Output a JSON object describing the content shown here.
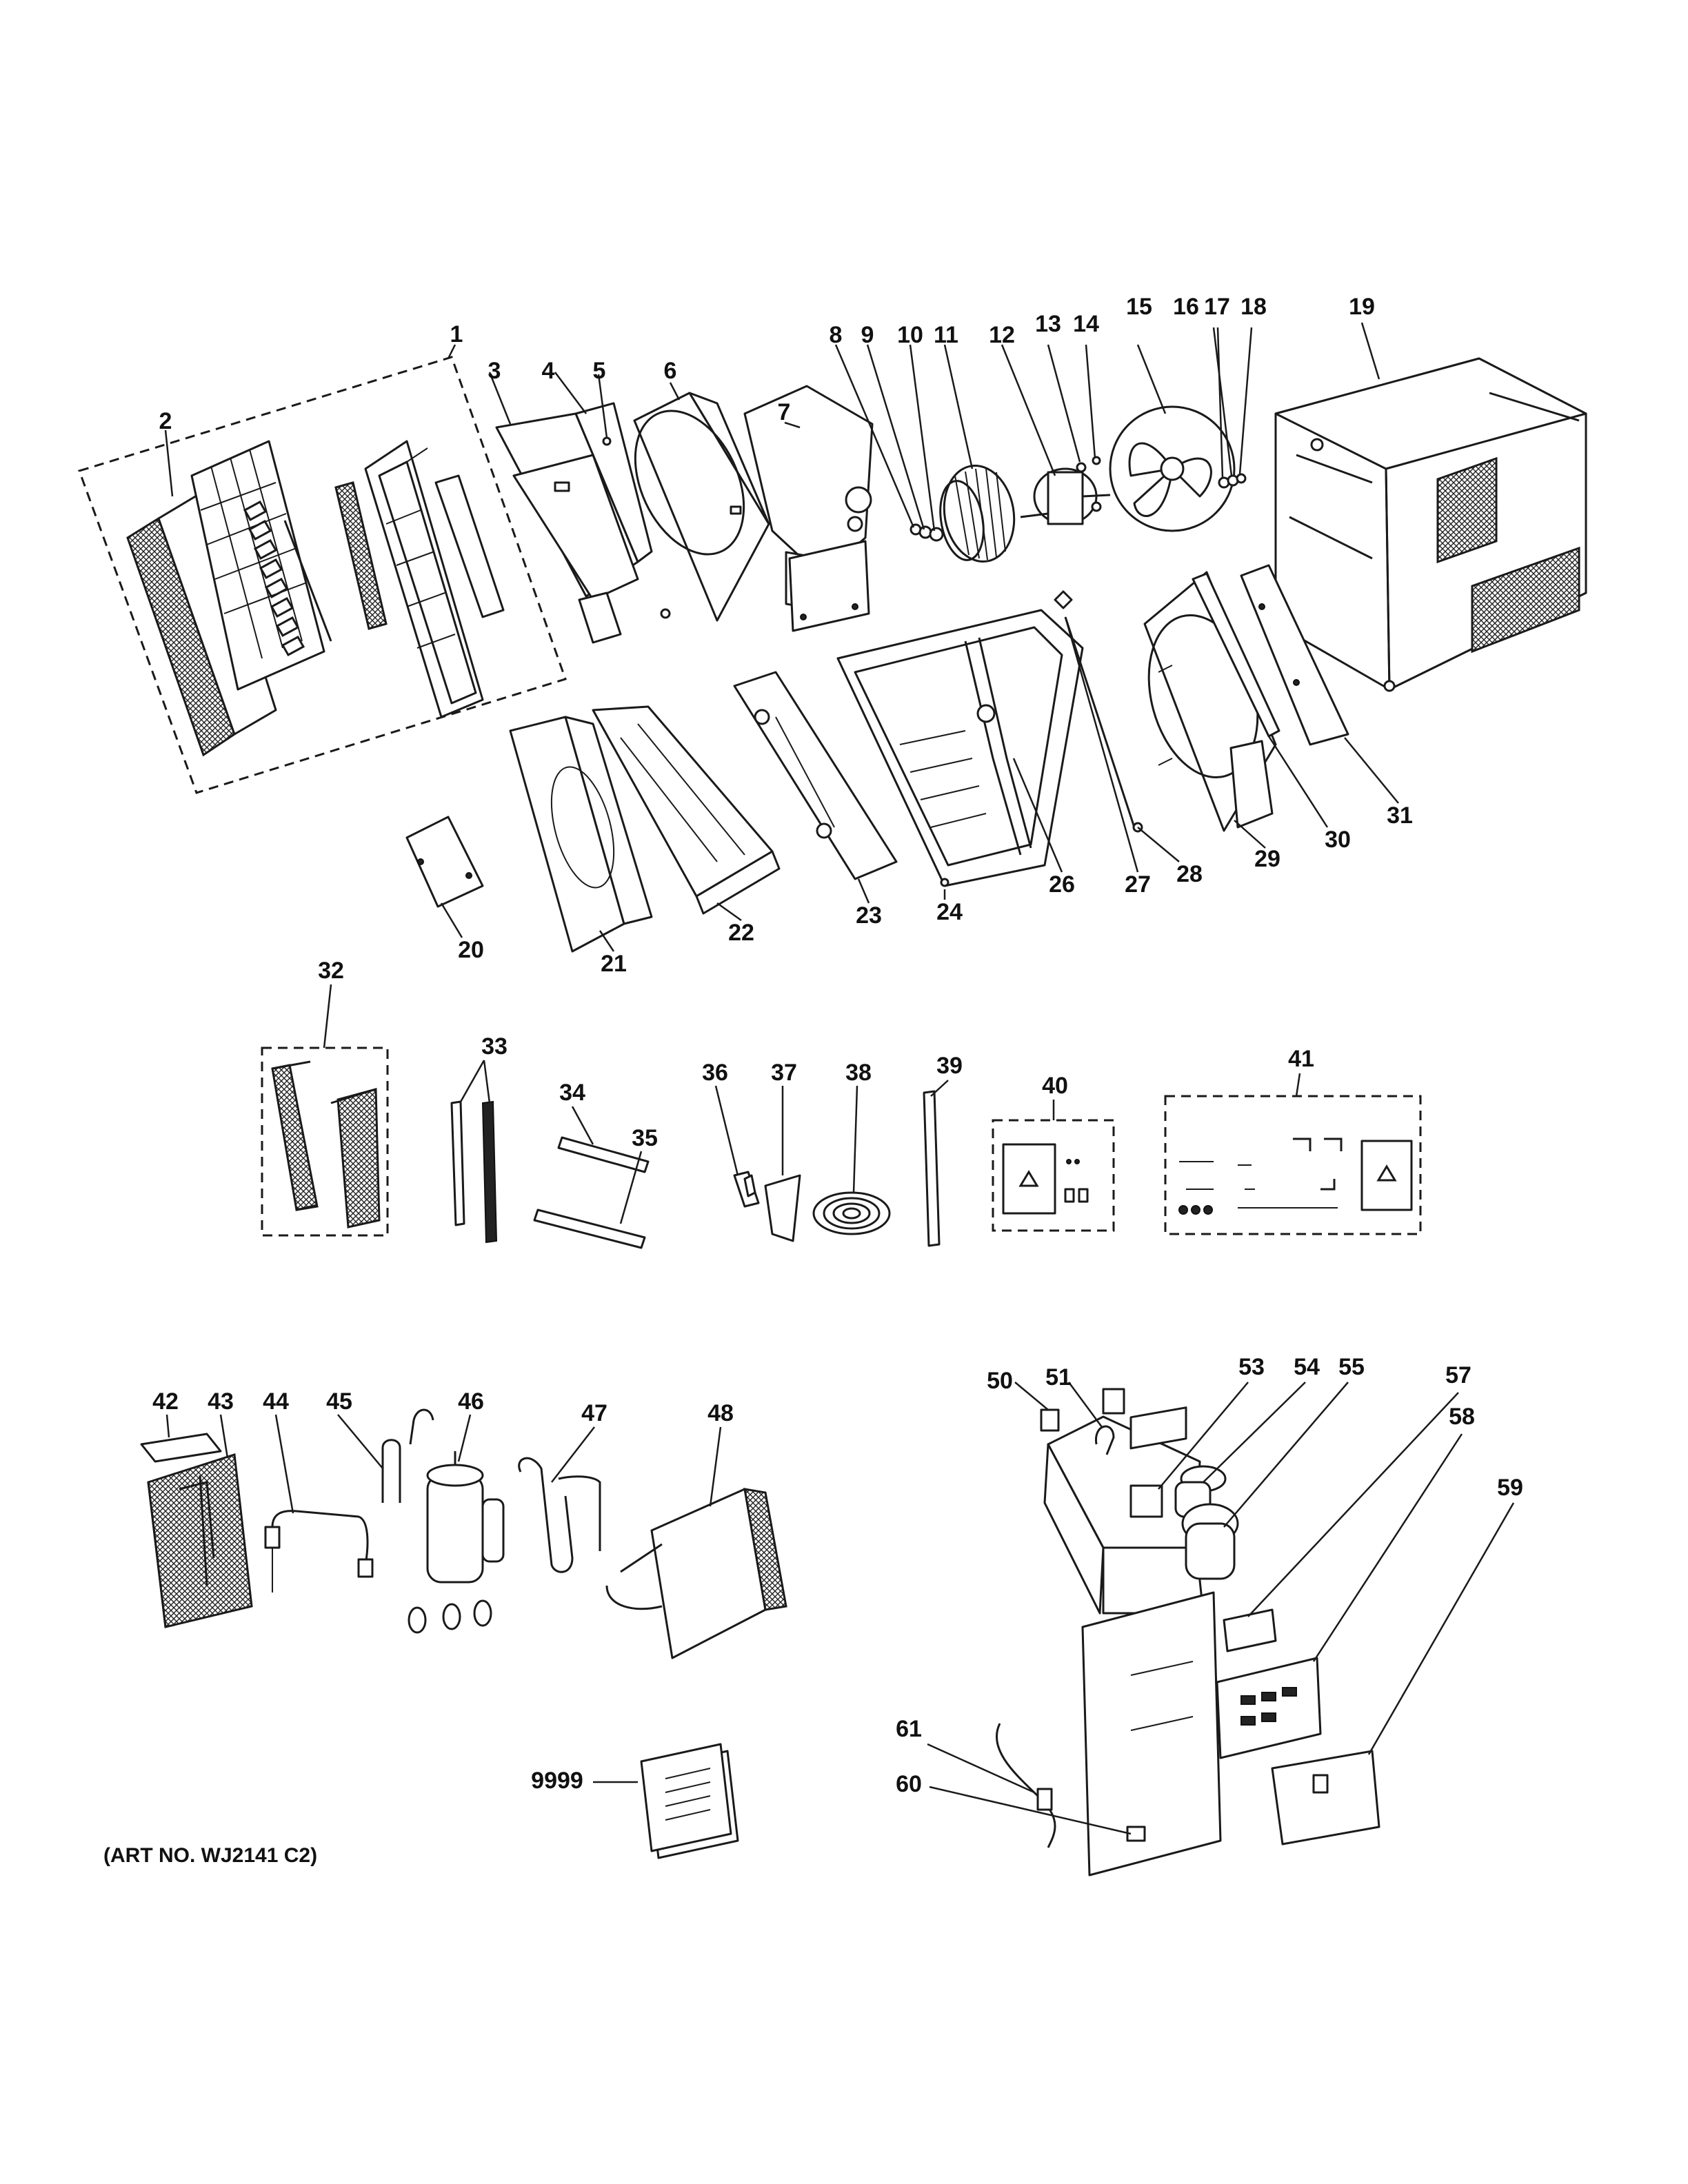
{
  "diagram": {
    "callouts": [
      {
        "id": "1",
        "label": "1"
      },
      {
        "id": "2",
        "label": "2"
      },
      {
        "id": "3",
        "label": "3"
      },
      {
        "id": "4",
        "label": "4"
      },
      {
        "id": "5",
        "label": "5"
      },
      {
        "id": "6",
        "label": "6"
      },
      {
        "id": "7",
        "label": "7"
      },
      {
        "id": "8",
        "label": "8"
      },
      {
        "id": "9",
        "label": "9"
      },
      {
        "id": "10",
        "label": "10"
      },
      {
        "id": "11",
        "label": "11"
      },
      {
        "id": "12",
        "label": "12"
      },
      {
        "id": "13",
        "label": "13"
      },
      {
        "id": "14",
        "label": "14"
      },
      {
        "id": "15",
        "label": "15"
      },
      {
        "id": "16",
        "label": "16"
      },
      {
        "id": "17",
        "label": "17"
      },
      {
        "id": "18",
        "label": "18"
      },
      {
        "id": "19",
        "label": "19"
      },
      {
        "id": "20",
        "label": "20"
      },
      {
        "id": "21",
        "label": "21"
      },
      {
        "id": "22",
        "label": "22"
      },
      {
        "id": "23",
        "label": "23"
      },
      {
        "id": "24",
        "label": "24"
      },
      {
        "id": "26",
        "label": "26"
      },
      {
        "id": "27",
        "label": "27"
      },
      {
        "id": "28",
        "label": "28"
      },
      {
        "id": "29",
        "label": "29"
      },
      {
        "id": "30",
        "label": "30"
      },
      {
        "id": "31",
        "label": "31"
      },
      {
        "id": "32",
        "label": "32"
      },
      {
        "id": "33",
        "label": "33"
      },
      {
        "id": "34",
        "label": "34"
      },
      {
        "id": "35",
        "label": "35"
      },
      {
        "id": "36",
        "label": "36"
      },
      {
        "id": "37",
        "label": "37"
      },
      {
        "id": "38",
        "label": "38"
      },
      {
        "id": "39",
        "label": "39"
      },
      {
        "id": "40",
        "label": "40"
      },
      {
        "id": "41",
        "label": "41"
      },
      {
        "id": "42",
        "label": "42"
      },
      {
        "id": "43",
        "label": "43"
      },
      {
        "id": "44",
        "label": "44"
      },
      {
        "id": "45",
        "label": "45"
      },
      {
        "id": "46",
        "label": "46"
      },
      {
        "id": "47",
        "label": "47"
      },
      {
        "id": "48",
        "label": "48"
      },
      {
        "id": "50",
        "label": "50"
      },
      {
        "id": "51",
        "label": "51"
      },
      {
        "id": "53",
        "label": "53"
      },
      {
        "id": "54",
        "label": "54"
      },
      {
        "id": "55",
        "label": "55"
      },
      {
        "id": "57",
        "label": "57"
      },
      {
        "id": "58",
        "label": "58"
      },
      {
        "id": "59",
        "label": "59"
      },
      {
        "id": "60",
        "label": "60"
      },
      {
        "id": "61",
        "label": "61"
      },
      {
        "id": "9999",
        "label": "9999"
      }
    ],
    "art_number": "(ART NO. WJ2141 C2)"
  }
}
